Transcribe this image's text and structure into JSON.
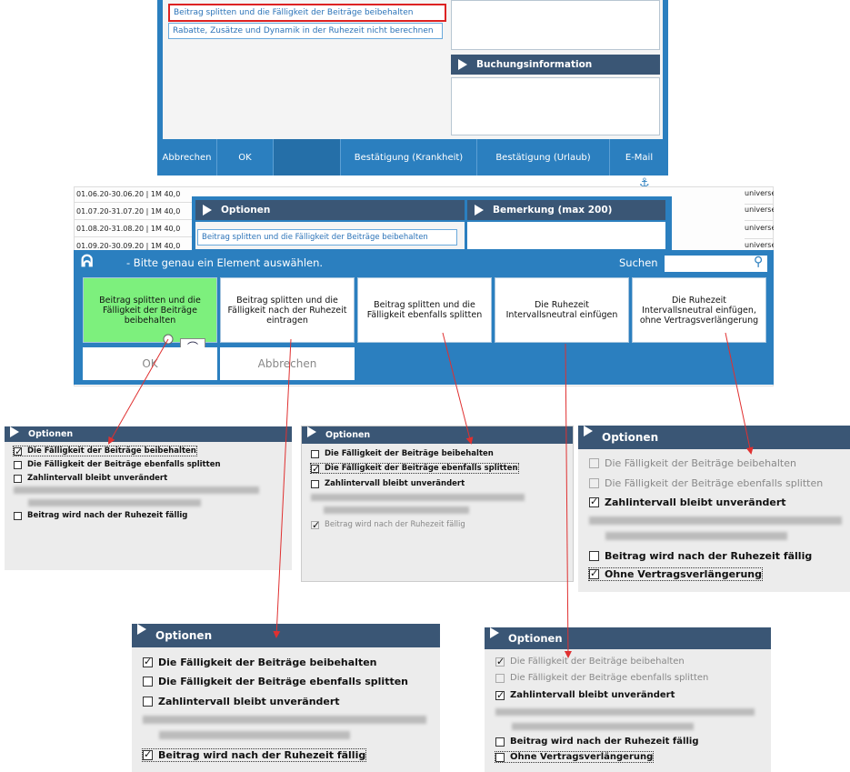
{
  "top_dialog": {
    "chip_selected": "Beitrag splitten und die Fälligkeit der Beiträge beibehalten",
    "chip_second": "Rabatte, Zusätze und Dynamik in der Ruhezeit nicht berechnen",
    "booking_info_title": "Buchungsinformation",
    "buttons": [
      "Abbrechen",
      "OK",
      "",
      "Bestätigung (Krankheit)",
      "Bestätigung (Urlaub)",
      "E-Mail"
    ]
  },
  "table_rows": [
    "01.06.20-30.06.20 | 1M",
    "01.07.20-31.07.20 | 1M",
    "01.08.20-31.08.20 | 1M",
    "01.09.20-30.09.20 | 1M"
  ],
  "row_amount": "40,0",
  "universe_label": "universe",
  "mid_panel": {
    "options_title": "Optionen",
    "remark_title": "Bemerkung (max 200)",
    "chip": "Beitrag splitten und die Fälligkeit der Beiträge beibehalten"
  },
  "chooser": {
    "prompt": "- Bitte genau ein Element auswählen.",
    "search_label": "Suchen",
    "options": [
      "Beitrag splitten und die Fälligkeit der Beiträge beibehalten",
      "Beitrag splitten und die Fälligkeit nach der Ruhezeit eintragen",
      "Beitrag splitten und die Fälligkeit ebenfalls splitten",
      "Die Ruhezeit Intervallsneutral einfügen",
      "Die Ruhezeit Intervallsneutral einfügen, ohne Vertragsverlängerung"
    ],
    "ok": "OK",
    "cancel": "Abbrechen"
  },
  "panels": {
    "title": "Optionen",
    "labels": {
      "keep": "Die Fälligkeit der Beiträge beibehalten",
      "split": "Die Fälligkeit der Beiträge ebenfalls splitten",
      "interval": "Zahlintervall bleibt unverändert",
      "after": "Beitrag wird nach der Ruhezeit fällig",
      "noext": "Ohne Vertragsverlängerung"
    }
  },
  "colors": {
    "accent": "#2b7fbf",
    "header": "#3a5675",
    "selected": "#7df07d",
    "arrow": "#e03030"
  }
}
